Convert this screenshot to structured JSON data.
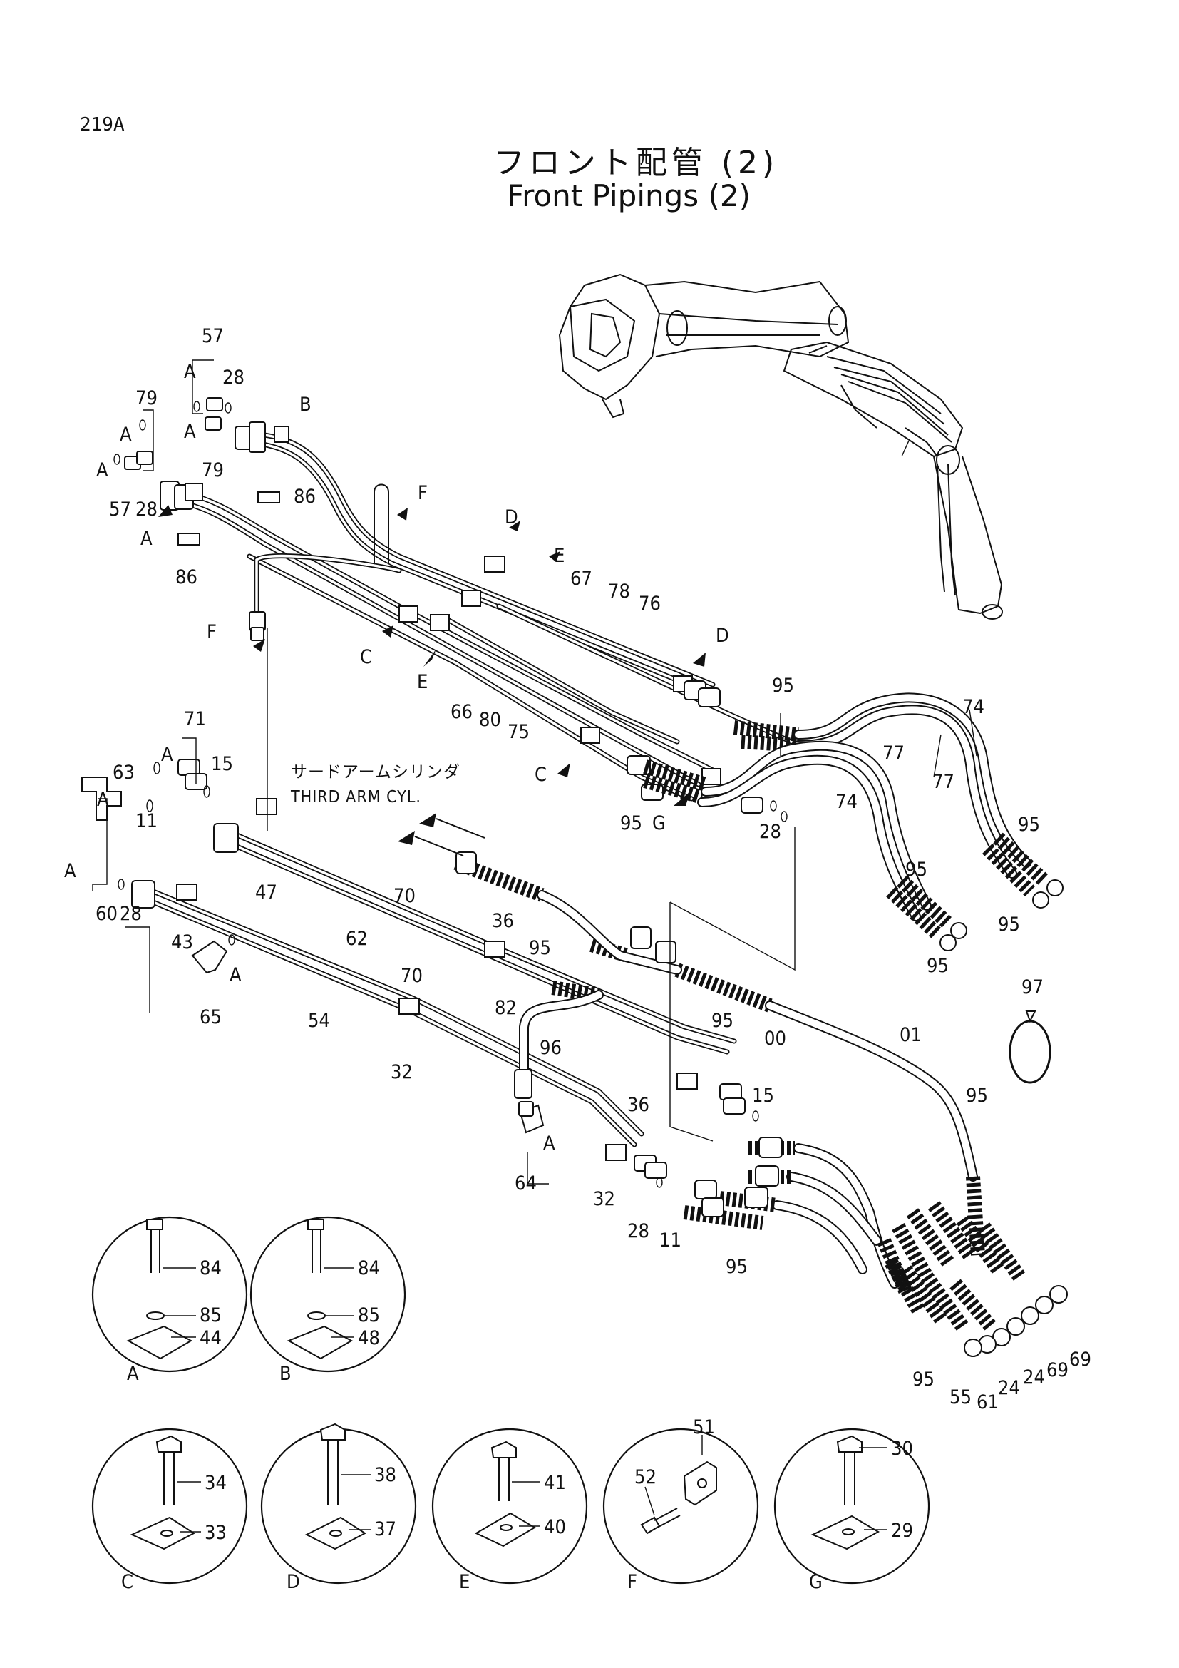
{
  "header": {
    "page_number": "219A",
    "title_jp": "フロント配管 (2)",
    "title_en": "Front Pipings (2)"
  },
  "note": {
    "jp": "サードアームシリンダ",
    "en": "THIRD ARM CYL."
  },
  "part_callouts": {
    "p57a": "57",
    "p28a": "28",
    "p79a": "79",
    "pB": "B",
    "p79b": "79",
    "p57b": "57",
    "p28b": "28",
    "pA1": "A",
    "pA2": "A",
    "pA3": "A",
    "pA4": "A",
    "p86a": "86",
    "pF1": "F",
    "pD1": "D",
    "pE1": "E",
    "p86b": "86",
    "pF2": "F",
    "pC1": "C",
    "pE2": "E",
    "p67": "67",
    "p78": "78",
    "p76": "76",
    "pD2": "D",
    "p66": "66",
    "p80": "80",
    "p75": "75",
    "p95a": "95",
    "p74a": "74",
    "p77a": "77",
    "p77b": "77",
    "pC2": "C",
    "p95b": "95",
    "pG": "G",
    "p74b": "74",
    "p28c": "28",
    "p95c": "95",
    "p71": "71",
    "pA5": "A",
    "p15a": "15",
    "p63": "63",
    "pA6": "A",
    "p11a": "11",
    "pA7": "A",
    "p60": "60",
    "p28d": "28",
    "p47": "47",
    "p43": "43",
    "p70a": "70",
    "p70b": "70",
    "p62": "62",
    "p36a": "36",
    "p95d": "95",
    "pA8": "A",
    "p65": "65",
    "p54": "54",
    "p95e": "95",
    "p95f": "95",
    "p95g": "95",
    "p82": "82",
    "p96": "96",
    "p32a": "32",
    "p00": "00",
    "p01": "01",
    "p97": "97",
    "p36b": "36",
    "p15b": "15",
    "p95h": "95",
    "pA9": "A",
    "p64": "64",
    "p32b": "32",
    "p28e": "28",
    "p11b": "11",
    "p95i": "95",
    "p95j": "95",
    "p55": "55",
    "p61": "61",
    "p24a": "24",
    "p24b": "24",
    "p69a": "69",
    "p69b": "69"
  },
  "detail_views": [
    {
      "letter": "A",
      "parts": [
        "84",
        "85",
        "44"
      ]
    },
    {
      "letter": "B",
      "parts": [
        "84",
        "85",
        "48"
      ]
    },
    {
      "letter": "C",
      "parts": [
        "34",
        "33"
      ]
    },
    {
      "letter": "D",
      "parts": [
        "38",
        "37"
      ]
    },
    {
      "letter": "E",
      "parts": [
        "41",
        "40"
      ]
    },
    {
      "letter": "F",
      "parts": [
        "51",
        "52"
      ]
    },
    {
      "letter": "G",
      "parts": [
        "30",
        "29"
      ]
    }
  ]
}
